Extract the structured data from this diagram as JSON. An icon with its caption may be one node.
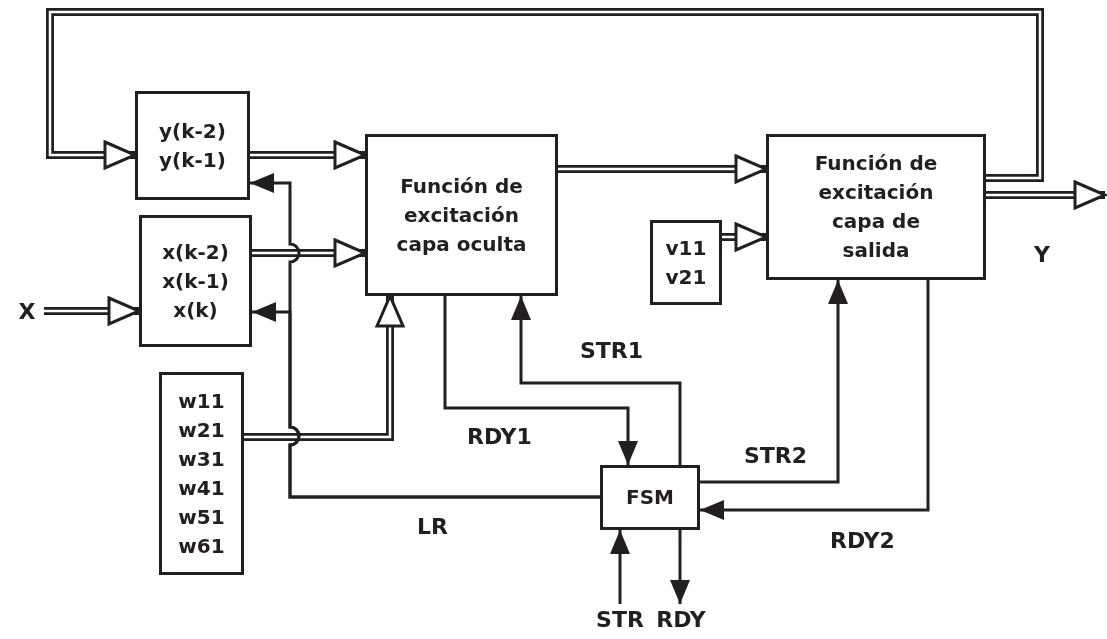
{
  "diagram": {
    "nodes": [
      {
        "text": [
          "y(k-2) y(k-1)"
        ]
      },
      {
        "text": [
          "x(k-2) x(k-1) x(k)"
        ]
      },
      {
        "text": [
          "Función de excitación capa oculta"
        ]
      },
      {
        "text": [
          "Función de excitación capa de salida"
        ]
      },
      {
        "text": [
          "v11 v21"
        ]
      },
      {
        "text": [
          "w11 w21 w31 w41 w51 w61"
        ]
      },
      {
        "text": [
          "FSM"
        ]
      },
      {
        "text": [
          "X"
        ]
      },
      {
        "text": [
          "STR"
        ]
      },
      {
        "text": [
          "RDY"
        ]
      }
    ],
    "edges": [
      {
        "from": 7,
        "to": 1,
        "arrow": "to",
        "style": "thick"
      },
      {
        "from": 0,
        "to": 2,
        "arrow": "to",
        "style": "thick"
      },
      {
        "from": 1,
        "to": 2,
        "arrow": "to",
        "style": "thick"
      },
      {
        "from": 5,
        "to": 2,
        "arrow": "to",
        "style": "thick"
      },
      {
        "from": 2,
        "to": 3,
        "arrow": "to",
        "style": "thick"
      },
      {
        "from": 4,
        "to": 3,
        "arrow": "to",
        "style": "thick"
      },
      {
        "from": 3,
        "to": null,
        "arrow": "to",
        "style": "thick"
      },
      {
        "from": 3,
        "to": 0,
        "arrow": "to",
        "style": "thick"
      },
      {
        "from": 2,
        "to": 6,
        "arrow": "to",
        "label": "RDY1"
      },
      {
        "from": 6,
        "to": 2,
        "arrow": "to",
        "label": "STR1"
      },
      {
        "from": 6,
        "to": 3,
        "arrow": "to",
        "label": "STR2"
      },
      {
        "from": 3,
        "to": 6,
        "arrow": "to",
        "label": "RDY2"
      },
      {
        "from": 6,
        "to": 0,
        "arrow": "to",
        "label": "LR"
      },
      {
        "from": 6,
        "to": 1,
        "arrow": "to"
      },
      {
        "from": 8,
        "to": 6,
        "arrow": "to"
      },
      {
        "from": 6,
        "to": 9,
        "arrow": "to"
      }
    ],
    "labels": [
      "Y"
    ]
  }
}
